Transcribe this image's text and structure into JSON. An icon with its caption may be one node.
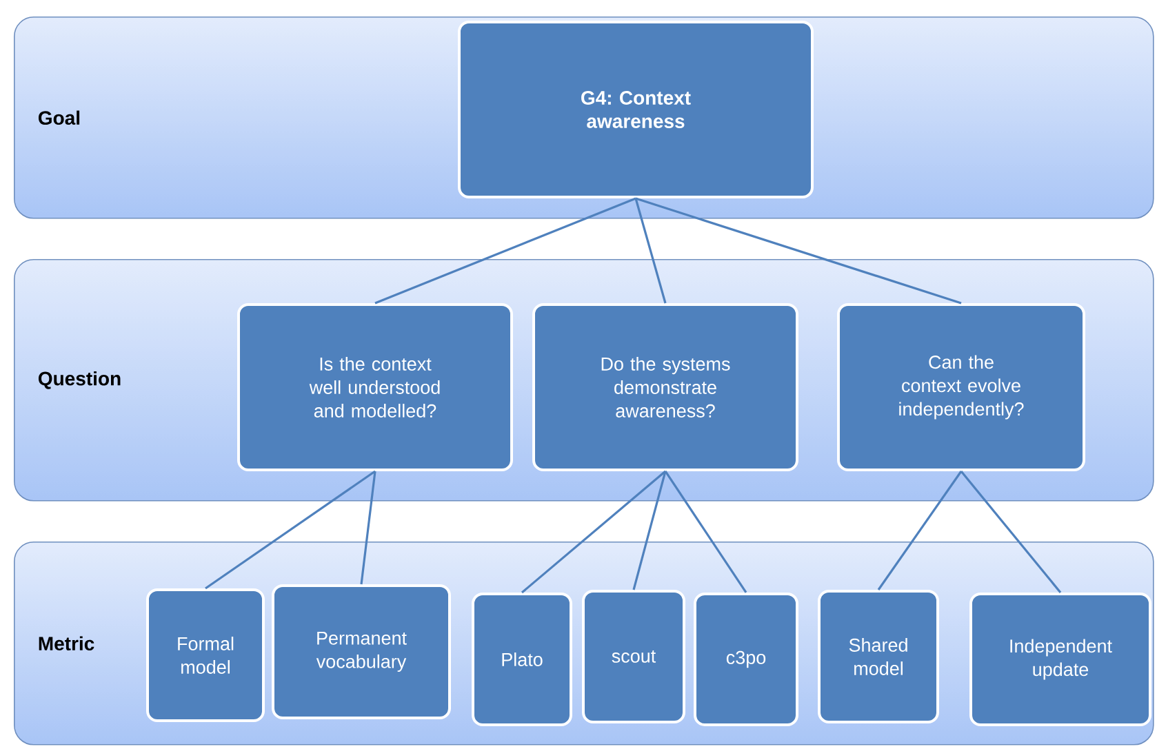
{
  "diagram": {
    "nodes": [
      {
        "text": [
          "Goal"
        ]
      },
      {
        "text": [
          "G4: Context awareness"
        ],
        "in": 0
      },
      {
        "text": [
          "Question"
        ]
      },
      {
        "text": [
          "Is the context well understood and modelled?"
        ],
        "in": 2
      },
      {
        "text": [
          "Do the systems demonstrate awareness?"
        ],
        "in": 2
      },
      {
        "text": [
          "Can the context evolve independently?"
        ],
        "in": 2
      },
      {
        "text": [
          "Metric"
        ]
      },
      {
        "text": [
          "Formal model"
        ],
        "in": 6
      },
      {
        "text": [
          "Permanent vocabulary"
        ],
        "in": 6
      },
      {
        "text": [
          "Plato"
        ],
        "in": 6
      },
      {
        "text": [
          "scout"
        ],
        "in": 6
      },
      {
        "text": [
          "c3po"
        ],
        "in": 6
      },
      {
        "text": [
          "Shared model"
        ],
        "in": 6
      },
      {
        "text": [
          "Independent update"
        ],
        "in": 6
      }
    ],
    "edges": [
      {
        "from": 1,
        "to": 3,
        "arrow": "none"
      },
      {
        "from": 1,
        "to": 4,
        "arrow": "none"
      },
      {
        "from": 1,
        "to": 5,
        "arrow": "none"
      },
      {
        "from": 3,
        "to": 7,
        "arrow": "none"
      },
      {
        "from": 3,
        "to": 8,
        "arrow": "none"
      },
      {
        "from": 4,
        "to": 9,
        "arrow": "none"
      },
      {
        "from": 4,
        "to": 10,
        "arrow": "none"
      },
      {
        "from": 4,
        "to": 11,
        "arrow": "none"
      },
      {
        "from": 5,
        "to": 12,
        "arrow": "none"
      },
      {
        "from": 5,
        "to": 13,
        "arrow": "none"
      }
    ]
  }
}
